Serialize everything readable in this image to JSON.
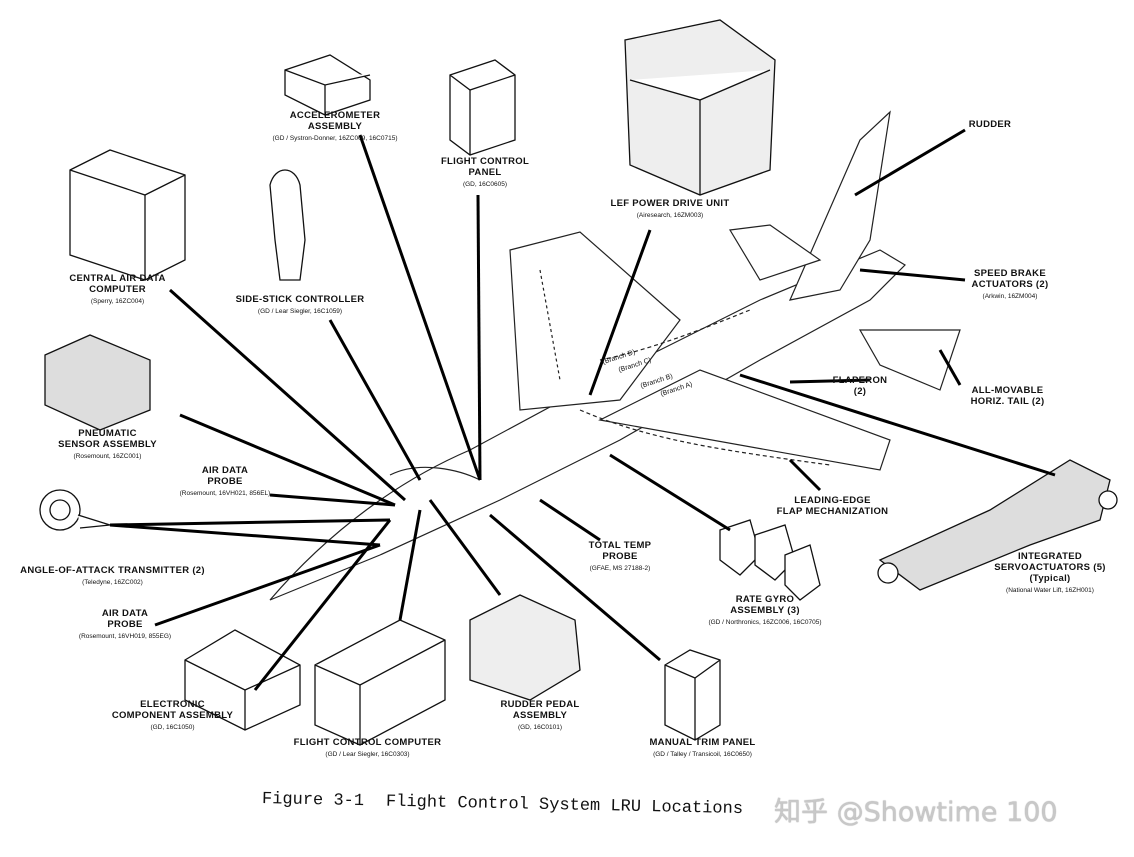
{
  "figure": {
    "number": "Figure 3-1",
    "title": "Flight Control System LRU Locations"
  },
  "watermark": "知乎 @Showtime 100",
  "components": [
    {
      "id": "accelerometer",
      "name": "ACCELEROMETER\nASSEMBLY",
      "source": "(GD / Systron-Donner, 16ZC009, 16C0715)"
    },
    {
      "id": "flight-control-panel",
      "name": "FLIGHT CONTROL\nPANEL",
      "source": "(GD, 16C0605)"
    },
    {
      "id": "lef-power-drive-unit",
      "name": "LEF POWER DRIVE UNIT",
      "source": "(Airesearch, 16ZM003)"
    },
    {
      "id": "rudder",
      "name": "RUDDER",
      "source": ""
    },
    {
      "id": "central-air-data-computer",
      "name": "CENTRAL AIR DATA\nCOMPUTER",
      "source": "(Sperry, 16ZC004)"
    },
    {
      "id": "side-stick-controller",
      "name": "SIDE-STICK CONTROLLER",
      "source": "(GD / Lear Siegler, 16C1059)"
    },
    {
      "id": "speed-brake-actuators",
      "name": "SPEED BRAKE\nACTUATORS (2)",
      "source": "(Arkwin, 16ZM004)"
    },
    {
      "id": "pneumatic-sensor-assembly",
      "name": "PNEUMATIC\nSENSOR ASSEMBLY",
      "source": "(Rosemount, 16ZC001)"
    },
    {
      "id": "flaperon",
      "name": "FLAPERON (2)",
      "source": ""
    },
    {
      "id": "all-movable-horiz-tail",
      "name": "ALL-MOVABLE\nHORIZ. TAIL (2)",
      "source": ""
    },
    {
      "id": "air-data-probe-upper",
      "name": "AIR DATA\nPROBE",
      "source": "(Rosemount, 16VH021, 856EL)"
    },
    {
      "id": "angle-of-attack-transmitter",
      "name": "ANGLE-OF-ATTACK TRANSMITTER (2)",
      "source": "(Teledyne, 16ZC002)"
    },
    {
      "id": "leading-edge-flap-mechanization",
      "name": "LEADING-EDGE\nFLAP MECHANIZATION",
      "source": ""
    },
    {
      "id": "total-temp-probe",
      "name": "TOTAL TEMP\nPROBE",
      "source": "(GFAE, MS 27188-2)"
    },
    {
      "id": "integrated-servoactuators",
      "name": "INTEGRATED\nSERVOACTUATORS (5)\n(Typical)",
      "source": "(National Water Lift, 16ZH001)"
    },
    {
      "id": "air-data-probe-lower",
      "name": "AIR DATA\nPROBE",
      "source": "(Rosemount, 16VH019, 855EG)"
    },
    {
      "id": "rate-gyro-assembly",
      "name": "RATE GYRO\nASSEMBLY (3)",
      "source": "(GD / Northronics, 16ZC006, 16C0705)"
    },
    {
      "id": "electronic-component-assembly",
      "name": "ELECTRONIC\nCOMPONENT ASSEMBLY",
      "source": "(GD, 16C1050)"
    },
    {
      "id": "rudder-pedal-assembly",
      "name": "RUDDER PEDAL\nASSEMBLY",
      "source": "(GD, 16C0101)"
    },
    {
      "id": "manual-trim-panel",
      "name": "MANUAL TRIM PANEL",
      "source": "(GD / Talley / Transicoil, 16C0650)"
    },
    {
      "id": "flight-control-computer",
      "name": "FLIGHT CONTROL COMPUTER",
      "source": "(GD / Lear Siegler, 16C0303)"
    }
  ],
  "branches": [
    "(Branch D)",
    "(Branch C)",
    "(Branch B)",
    "(Branch A)"
  ]
}
